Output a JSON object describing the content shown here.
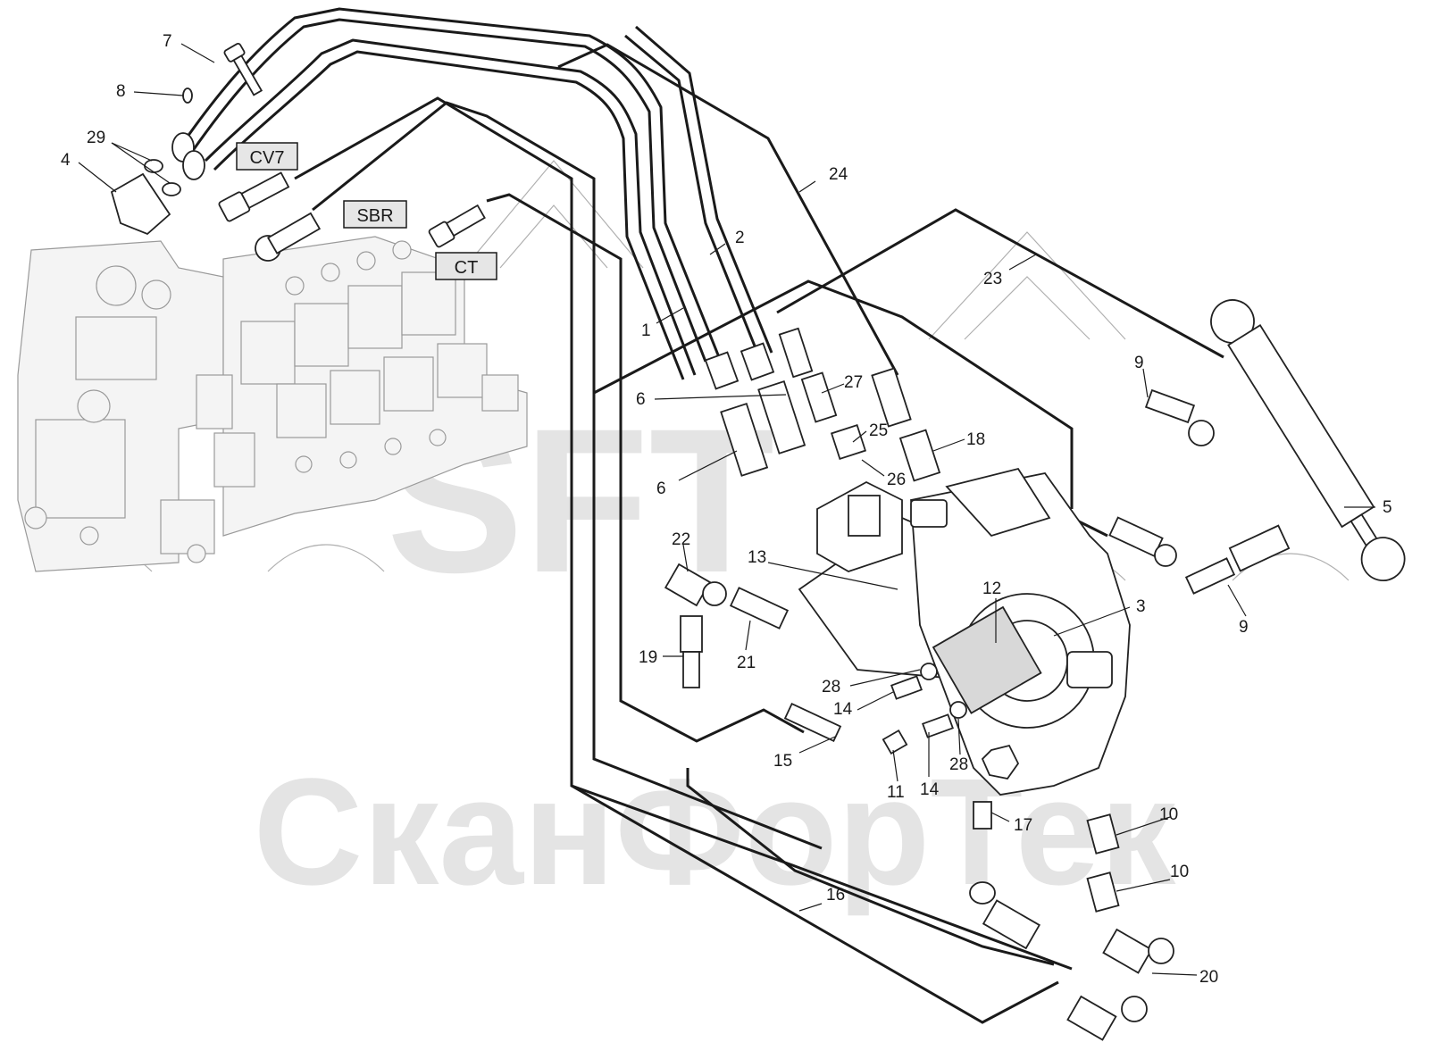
{
  "watermark": {
    "logo": "SFT",
    "brand": "СканФорТек"
  },
  "ports": {
    "cv7": "CV7",
    "sbr": "SBR",
    "ct": "CT"
  },
  "callouts": {
    "c1": "1",
    "c2": "2",
    "c3": "3",
    "c4": "4",
    "c5": "5",
    "c6a": "6",
    "c6b": "6",
    "c7": "7",
    "c8": "8",
    "c9a": "9",
    "c9b": "9",
    "c10a": "10",
    "c10b": "10",
    "c11": "11",
    "c12": "12",
    "c13": "13",
    "c14a": "14",
    "c14b": "14",
    "c15": "15",
    "c16": "16",
    "c17": "17",
    "c18": "18",
    "c19": "19",
    "c20": "20",
    "c21": "21",
    "c22": "22",
    "c23": "23",
    "c24": "24",
    "c25": "25",
    "c26": "26",
    "c27": "27",
    "c28a": "28",
    "c28b": "28",
    "c29": "29"
  }
}
